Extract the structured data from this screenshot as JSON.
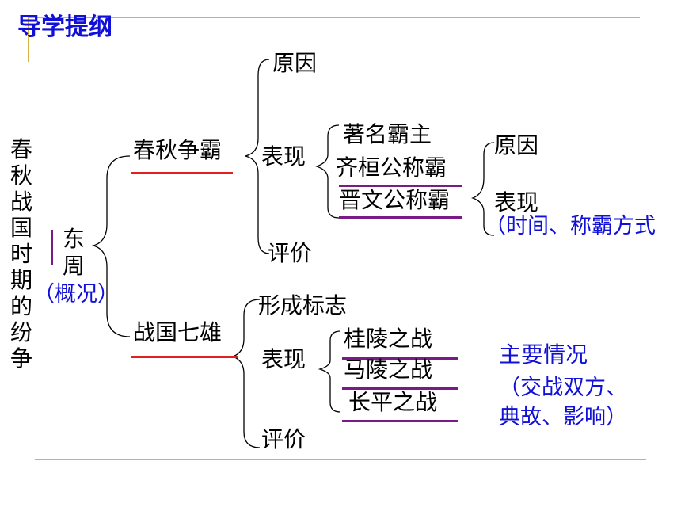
{
  "header": {
    "title": "导学提纲"
  },
  "colors": {
    "gold": "#d7b244",
    "red": "#e02020",
    "purple": "#7a1a86",
    "blue": "#1010d8"
  },
  "diagram": {
    "root": "春秋战国时期的纷争",
    "east_zhou": {
      "line1": "东",
      "line2": "周",
      "note": "（概况）"
    },
    "spring_autumn": {
      "title": "春秋争霸",
      "cause": "原因",
      "performance": "表现",
      "evaluation": "评价",
      "hegemons": {
        "heading": "著名霸主",
        "qi": "齐桓公称霸",
        "jin": "晋文公称霸"
      },
      "qi_detail": {
        "cause": "原因",
        "performance": "表现",
        "note": "（时间、称霸方式"
      }
    },
    "warring_states": {
      "title": "战国七雄",
      "formation": "形成标志",
      "performance": "表现",
      "evaluation": "评价",
      "battles": [
        "桂陵之战",
        "马陵之战",
        "长平之战"
      ],
      "summary": {
        "title": "主要情况",
        "line1": "（交战双方、",
        "line2": "典故、影响）"
      }
    }
  }
}
